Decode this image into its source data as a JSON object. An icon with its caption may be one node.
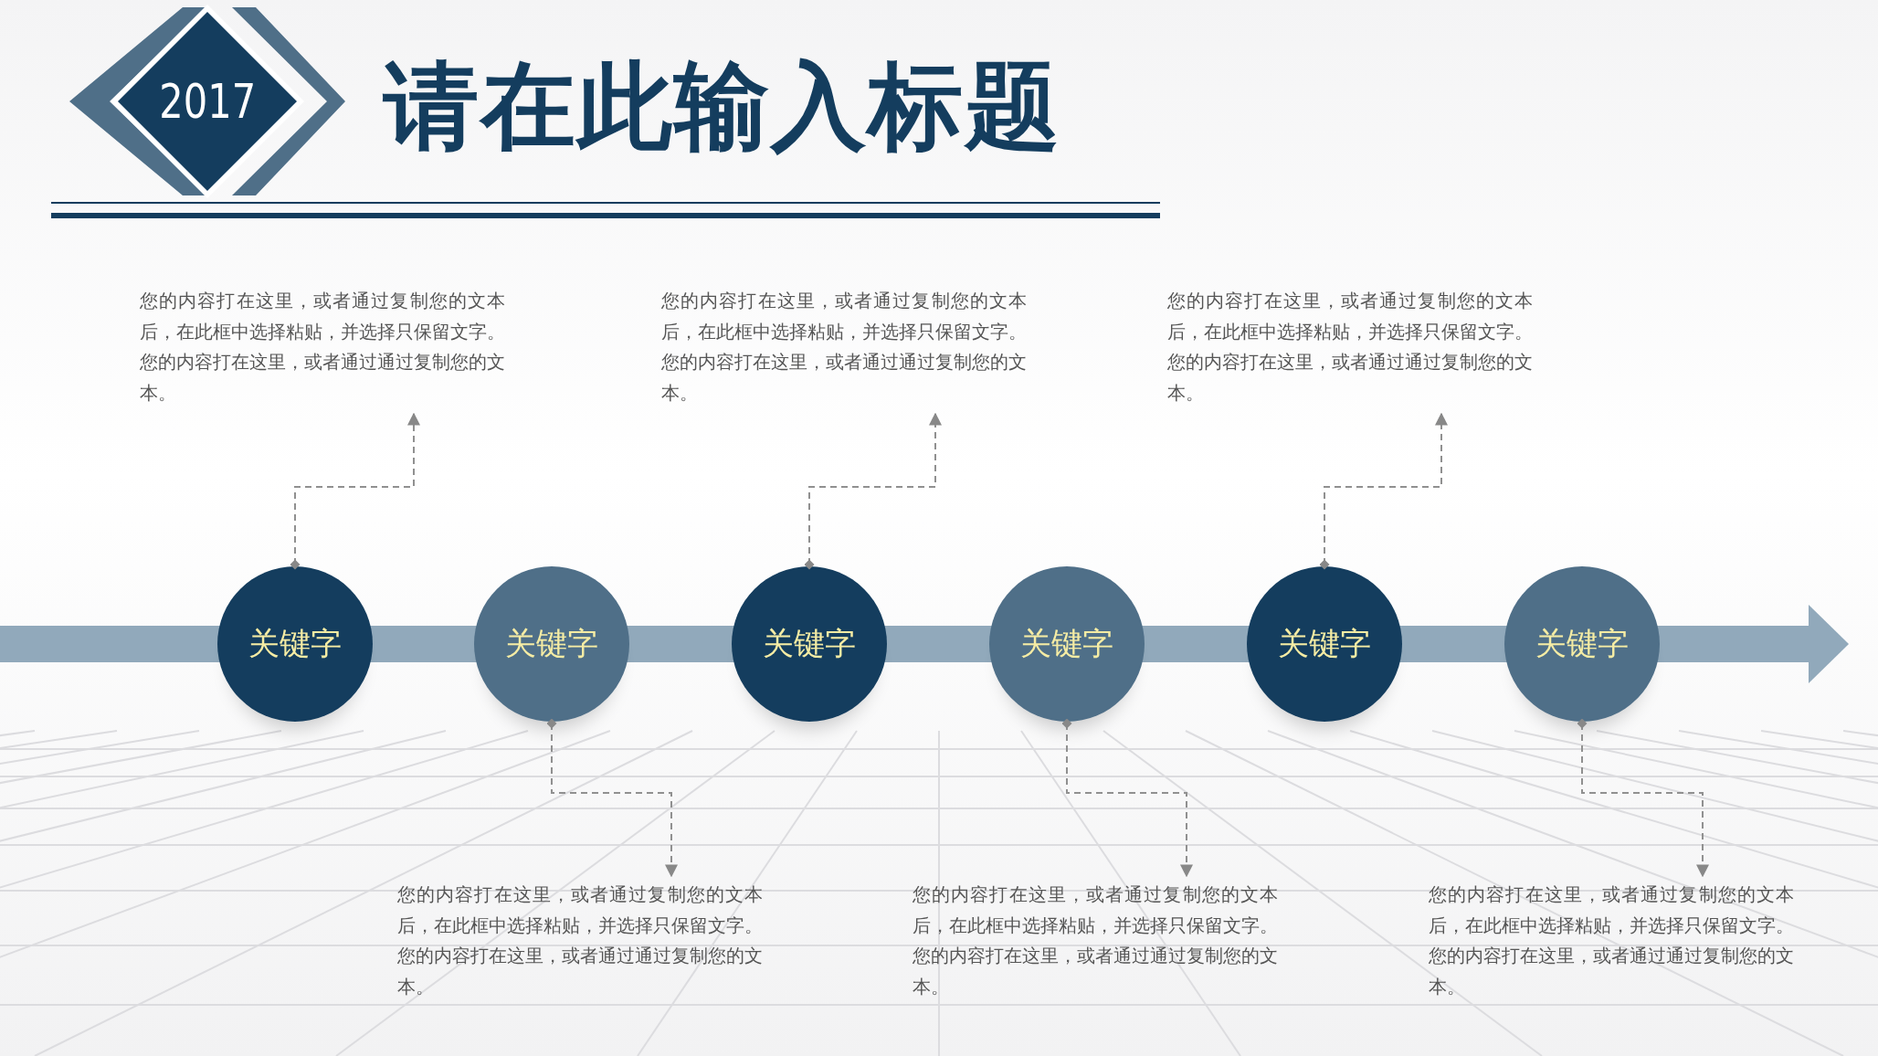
{
  "diagram": {
    "title": "请在此输入标题",
    "nodes": [
      {
        "text": [
          "2017"
        ]
      },
      {
        "text": [
          "关键字"
        ]
      },
      {
        "text": [
          "关键字"
        ]
      },
      {
        "text": [
          "关键字"
        ]
      },
      {
        "text": [
          "关键字"
        ]
      },
      {
        "text": [
          "关键字"
        ]
      },
      {
        "text": [
          "关键字"
        ]
      },
      {
        "text": [
          "您的内容打在这里，或者通过复制您的文本后，在此框中选择粘贴，并选择只保留文字。您的内容打在这里，或者通过通过复制您的文本。"
        ]
      },
      {
        "text": [
          "您的内容打在这里，或者通过复制您的文本后，在此框中选择粘贴，并选择只保留文字。您的内容打在这里，或者通过通过复制您的文本。"
        ]
      },
      {
        "text": [
          "您的内容打在这里，或者通过复制您的文本后，在此框中选择粘贴，并选择只保留文字。您的内容打在这里，或者通过通过复制您的文本。"
        ]
      },
      {
        "text": [
          "您的内容打在这里，或者通过复制您的文本后，在此框中选择粘贴，并选择只保留文字。您的内容打在这里，或者通过通过复制您的文本。"
        ]
      },
      {
        "text": [
          "您的内容打在这里，或者通过复制您的文本后，在此框中选择粘贴，并选择只保留文字。您的内容打在这里，或者通过通过复制您的文本。"
        ]
      },
      {
        "text": [
          "您的内容打在这里，或者通过复制您的文本后，在此框中选择粘贴，并选择只保留文字。您的内容打在这里，或者通过通过复制您的文本。"
        ]
      }
    ],
    "edges": [
      {
        "from": 1,
        "to": 7,
        "arrow": "to",
        "style": "dashed"
      },
      {
        "from": 2,
        "to": 8,
        "arrow": "to",
        "style": "dashed"
      },
      {
        "from": 3,
        "to": 9,
        "arrow": "to",
        "style": "dashed"
      },
      {
        "from": 4,
        "to": 10,
        "arrow": "to",
        "style": "dashed"
      },
      {
        "from": 5,
        "to": 11,
        "arrow": "to",
        "style": "dashed"
      },
      {
        "from": 6,
        "to": 12,
        "arrow": "to",
        "style": "dashed"
      }
    ]
  }
}
